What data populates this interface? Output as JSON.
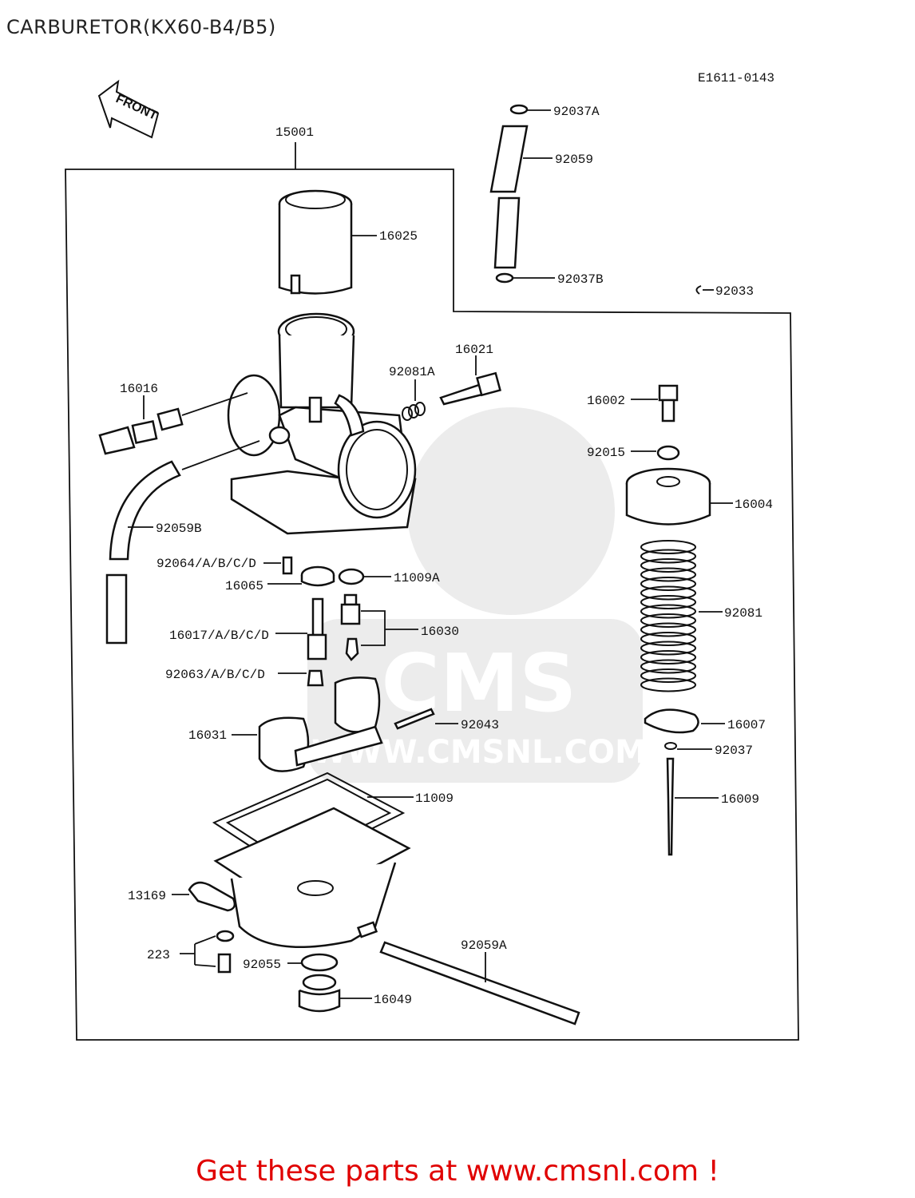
{
  "title": "CARBURETOR(KX60-B4/B5)",
  "diagram_code": "E1611-0143",
  "front_label": "FRONT",
  "watermark": {
    "brand": "CMS",
    "url": "WWW.CMSNL.COM"
  },
  "footer": "Get these parts at www.cmsnl.com !",
  "parts": {
    "p15001": "15001",
    "p16025": "16025",
    "p92037a": "92037A",
    "p92059": "92059",
    "p92037b": "92037B",
    "p92033": "92033",
    "p16021": "16021",
    "p92081a": "92081A",
    "p16016": "16016",
    "p16002": "16002",
    "p92015": "92015",
    "p16004": "16004",
    "p92059b": "92059B",
    "p92064": "92064/A/B/C/D",
    "p11009a": "11009A",
    "p16065": "16065",
    "p16017": "16017/A/B/C/D",
    "p16030": "16030",
    "p92081": "92081",
    "p92063": "92063/A/B/C/D",
    "p16031": "16031",
    "p92043": "92043",
    "p16007": "16007",
    "p92037": "92037",
    "p11009": "11009",
    "p16009": "16009",
    "p13169": "13169",
    "p223": "223",
    "p92055": "92055",
    "p92059a": "92059A",
    "p16049": "16049"
  }
}
